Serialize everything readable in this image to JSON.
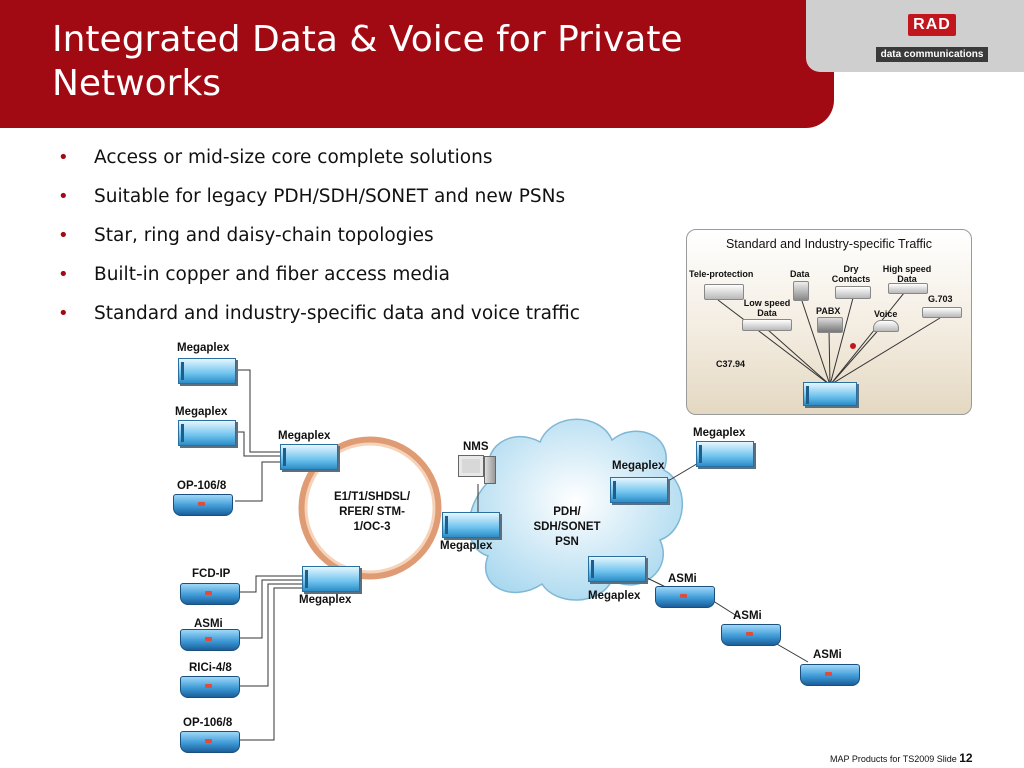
{
  "slide": {
    "title": "Integrated Data & Voice for Private Networks",
    "bullets": [
      "Access or mid-size core complete solutions",
      "Suitable for legacy PDH/SDH/SONET and new PSNs",
      "Star, ring and daisy-chain topologies",
      "Built-in copper and fiber access media",
      "Standard and industry-specific data and voice traffic"
    ],
    "footer": {
      "text": "MAP Products for TS2009  Slide",
      "page": "12"
    }
  },
  "logo": {
    "mark": "RAD",
    "tagline": "data communications"
  },
  "colors": {
    "accent": "#a10a12",
    "device": "#6fc3ee",
    "ring": "#e8a070",
    "cloud": "#bfe3f4"
  },
  "inset": {
    "title": "Standard and Industry-specific Traffic",
    "labels": {
      "tele": "Tele-protection",
      "data": "Data",
      "dry": "Dry Contacts",
      "hsd": "High speed Data",
      "g703": "G.703",
      "lsd": "Low speed Data",
      "pabx": "PABX",
      "voice": "Voice",
      "c3794": "C37.94"
    }
  },
  "diagram": {
    "megaplex": "Megaplex",
    "op106": "OP-106/8",
    "fcdip": "FCD-IP",
    "asmi": "ASMi",
    "rici": "RICi-4/8",
    "nms": "NMS",
    "ring": "E1/T1/SHDSL/ RFER/ STM-1/OC-3",
    "cloud": "PDH/ SDH/SONET PSN"
  }
}
